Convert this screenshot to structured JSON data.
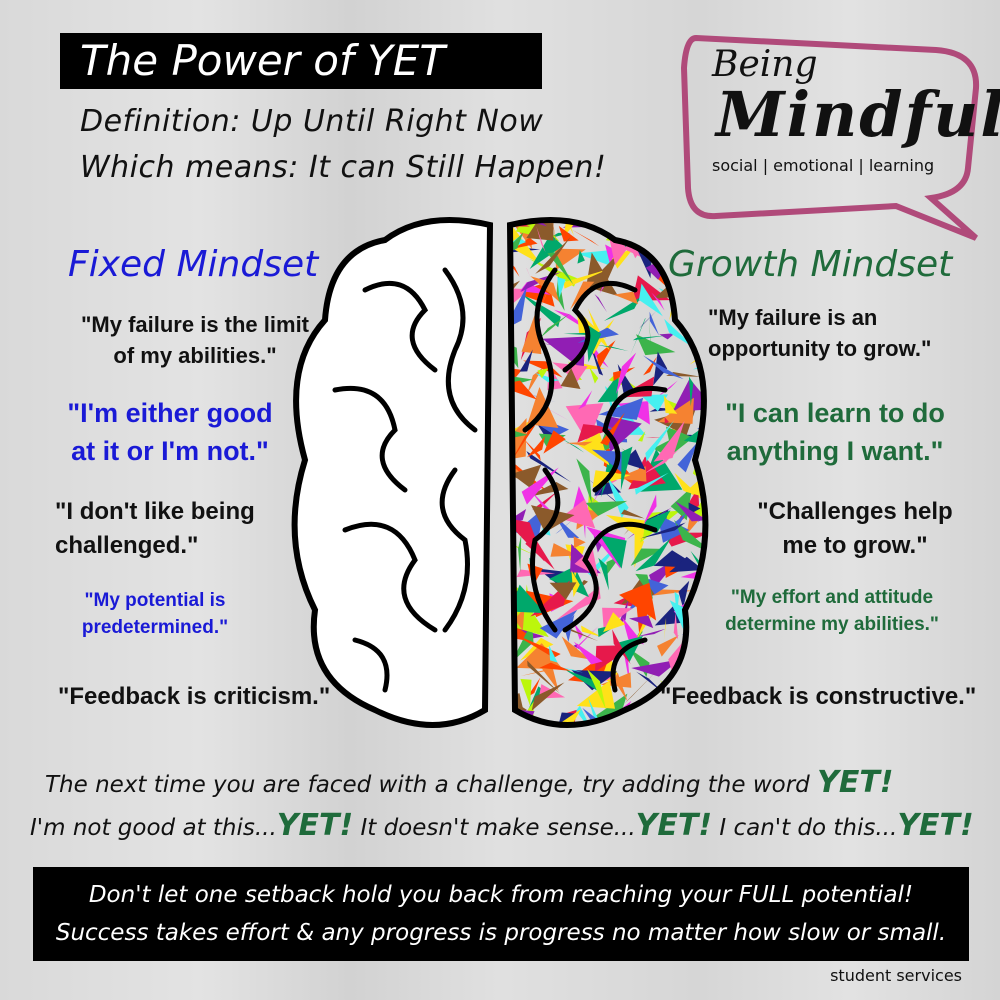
{
  "header": {
    "title": "The Power of YET",
    "definition": "Definition: Up Until Right Now",
    "meaning": "Which means: It can Still Happen!"
  },
  "logo": {
    "line1": "Being",
    "line2": "Mindful",
    "tagline": "social | emotional | learning",
    "border_color": "#b04a7a"
  },
  "fixed": {
    "heading": "Fixed Mindset",
    "color": "#1a1ad6",
    "quotes": [
      "\"My failure is the limit of my abilities.\"",
      "\"I'm either good at it or I'm not.\"",
      "\"I don't like being challenged.\"",
      "\"My potential is predetermined.\"",
      "\"Feedback is criticism.\""
    ]
  },
  "growth": {
    "heading": "Growth Mindset",
    "color": "#1f6b3b",
    "quotes": [
      "\"My failure is an opportunity to grow.\"",
      "\"I can learn to do anything I want.\"",
      "\"Challenges help me to grow.\"",
      "\"My effort and attitude determine my abilities.\"",
      "\"Feedback is constructive.\""
    ]
  },
  "tip": {
    "line1": "The next time you are faced with a challenge, try adding the word",
    "yet": "YET!",
    "ex1": "I'm not good at this...",
    "ex2": "It doesn't make sense...",
    "ex3": "I can't do this..."
  },
  "footer": {
    "line1": "Don't let one setback hold you back from reaching your FULL potential!",
    "line2": "Success takes effort & any progress is progress no matter how slow or small.",
    "credit": "student services"
  }
}
